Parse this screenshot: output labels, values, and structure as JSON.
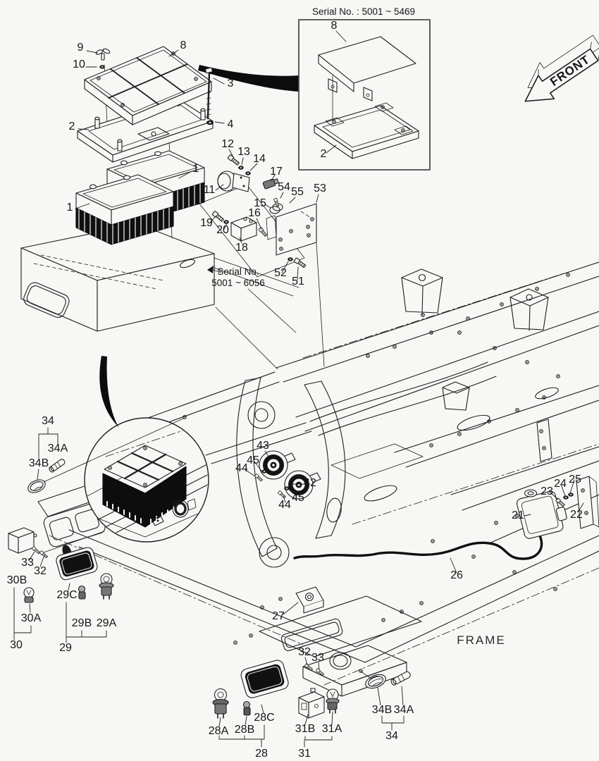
{
  "page": {
    "background": "#f7f7f5",
    "line_color": "#1f1f1f",
    "ink_color": "#111111"
  },
  "figure": {
    "type": "exploded-parts-diagram",
    "front_label": "FRONT",
    "frame_label": "FRAME",
    "inset_title": "Serial No. : 5001 ~ 5469",
    "serial_note_line1": "Serial No.",
    "serial_note_line2": "5001 ~ 6056"
  },
  "labels": [
    {
      "id": "9",
      "t": "9"
    },
    {
      "id": "10",
      "t": "10"
    },
    {
      "id": "8",
      "t": "8"
    },
    {
      "id": "2",
      "t": "2"
    },
    {
      "id": "3",
      "t": "3"
    },
    {
      "id": "4",
      "t": "4"
    },
    {
      "id": "1-upper",
      "t": "1"
    },
    {
      "id": "1-lower",
      "t": "1"
    },
    {
      "id": "12",
      "t": "12"
    },
    {
      "id": "13",
      "t": "13"
    },
    {
      "id": "14",
      "t": "14"
    },
    {
      "id": "17",
      "t": "17"
    },
    {
      "id": "11",
      "t": "11"
    },
    {
      "id": "54",
      "t": "54"
    },
    {
      "id": "55",
      "t": "55"
    },
    {
      "id": "53",
      "t": "53"
    },
    {
      "id": "15",
      "t": "15"
    },
    {
      "id": "16",
      "t": "16"
    },
    {
      "id": "19",
      "t": "19"
    },
    {
      "id": "20",
      "t": "20"
    },
    {
      "id": "18",
      "t": "18"
    },
    {
      "id": "52",
      "t": "52"
    },
    {
      "id": "51",
      "t": "51"
    },
    {
      "id": "inset-8",
      "t": "8"
    },
    {
      "id": "inset-2",
      "t": "2"
    },
    {
      "id": "34-left",
      "t": "34"
    },
    {
      "id": "34a-left",
      "t": "34A"
    },
    {
      "id": "34b-left",
      "t": "34B"
    },
    {
      "id": "33-left",
      "t": "33"
    },
    {
      "id": "32-left",
      "t": "32"
    },
    {
      "id": "30b",
      "t": "30B"
    },
    {
      "id": "29c",
      "t": "29C"
    },
    {
      "id": "30a",
      "t": "30A"
    },
    {
      "id": "29b",
      "t": "29B"
    },
    {
      "id": "29a",
      "t": "29A"
    },
    {
      "id": "30",
      "t": "30"
    },
    {
      "id": "29",
      "t": "29"
    },
    {
      "id": "43",
      "t": "43"
    },
    {
      "id": "45-a",
      "t": "45"
    },
    {
      "id": "44-a",
      "t": "44"
    },
    {
      "id": "42",
      "t": "42"
    },
    {
      "id": "45-b",
      "t": "45"
    },
    {
      "id": "44-b",
      "t": "44"
    },
    {
      "id": "23",
      "t": "23"
    },
    {
      "id": "24",
      "t": "24"
    },
    {
      "id": "25",
      "t": "25"
    },
    {
      "id": "21",
      "t": "21"
    },
    {
      "id": "22",
      "t": "22"
    },
    {
      "id": "26",
      "t": "26"
    },
    {
      "id": "27",
      "t": "27"
    },
    {
      "id": "32-bottom",
      "t": "32"
    },
    {
      "id": "33-bottom",
      "t": "33"
    },
    {
      "id": "28a",
      "t": "28A"
    },
    {
      "id": "28b",
      "t": "28B"
    },
    {
      "id": "28c",
      "t": "28C"
    },
    {
      "id": "28",
      "t": "28"
    },
    {
      "id": "31b",
      "t": "31B"
    },
    {
      "id": "31a",
      "t": "31A"
    },
    {
      "id": "31",
      "t": "31"
    },
    {
      "id": "34b-bottom",
      "t": "34B"
    },
    {
      "id": "34a-bottom",
      "t": "34A"
    },
    {
      "id": "34-bottom",
      "t": "34"
    }
  ]
}
